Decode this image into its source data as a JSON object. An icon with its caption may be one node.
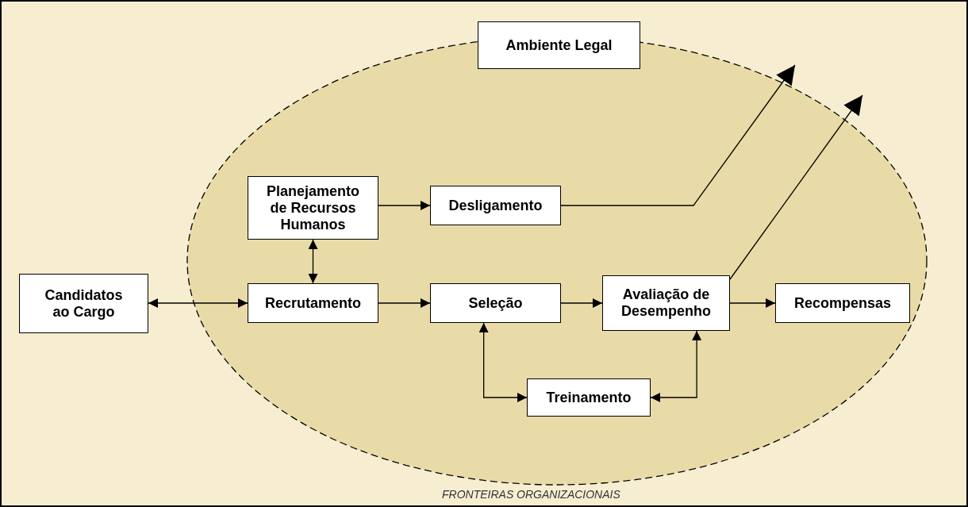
{
  "diagram": {
    "nodes": [
      {
        "text": [
          "FRONTEIRAS ORGANIZACIONAIS"
        ]
      },
      {
        "text": [
          "Ambiente Legal"
        ]
      },
      {
        "text": [
          "Planejamento de Recursos Humanos"
        ],
        "in": 0
      },
      {
        "text": [
          "Desligamento"
        ],
        "in": 0
      },
      {
        "text": [
          "Candidatos ao Cargo"
        ]
      },
      {
        "text": [
          "Recrutamento"
        ],
        "in": 0
      },
      {
        "text": [
          "Seleção"
        ],
        "in": 0
      },
      {
        "text": [
          "Avaliação de Desempenho"
        ],
        "in": 0
      },
      {
        "text": [
          "Recompensas"
        ],
        "in": 0
      },
      {
        "text": [
          "Treinamento"
        ],
        "in": 0
      }
    ],
    "edges": [
      {
        "from": 2,
        "to": 3,
        "arrow": "to"
      },
      {
        "from": 2,
        "to": 5,
        "arrow": "both"
      },
      {
        "from": 4,
        "to": 5,
        "arrow": "both"
      },
      {
        "from": 5,
        "to": 6,
        "arrow": "to"
      },
      {
        "from": 6,
        "to": 7,
        "arrow": "to"
      },
      {
        "from": 7,
        "to": 8,
        "arrow": "to"
      },
      {
        "from": 6,
        "to": 9,
        "arrow": "both"
      },
      {
        "from": 9,
        "to": 7,
        "arrow": "both"
      },
      {
        "from": 3,
        "to": null,
        "arrow": "to"
      },
      {
        "from": 7,
        "to": null,
        "arrow": "to"
      }
    ]
  }
}
